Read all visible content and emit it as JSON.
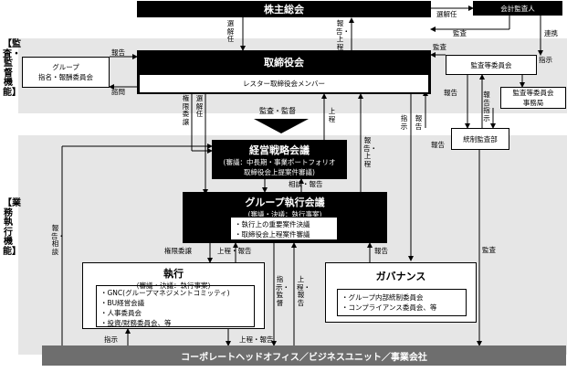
{
  "side_labels": {
    "supervision": "【監査・監督機能】",
    "execution": "【業務執行機能】"
  },
  "boxes": {
    "shareholders": "株主総会",
    "auditor": "会計監査人",
    "board": "取締役会",
    "board_sub": "レスター取締役会メンバー",
    "nomination_line1": "グループ",
    "nomination_line2": "指名・報酬委員会",
    "audit_committee": "監査等委員会",
    "audit_office_line1": "監査等委員会",
    "audit_office_line2": "事務局",
    "control_audit": "統制監査部",
    "strategy_title": "経営戦略会議",
    "strategy_line1": "(審議：中長期・事業ポートフォリオ",
    "strategy_line2": "取締役会上提案件審議)",
    "group_exec_title": "グループ執行会議",
    "group_exec_sub": "(審議・決議：執行事案)",
    "group_exec_items": [
      "・執行上の重要案件決議",
      "・取締役会上程案件審議"
    ],
    "exec_title": "執行",
    "exec_sub": "(審議・決議：執行事案)",
    "exec_items": [
      "・GNC(グループマネジメントコミッティ)",
      "・BU経営会議",
      "・人事委員会",
      "・投資/財務委員会、等"
    ],
    "gov_title": "ガバナンス",
    "gov_items": [
      "・グループ内部統制委員会",
      "・コンプライアンス委員会、等"
    ],
    "corporate": "コーポレートヘッドオフィス／ビジネスユニット／事業会社"
  },
  "labels": {
    "appoint_dismiss_top": "選解任",
    "report_top": "報告・上程",
    "appoint_dismiss_auditor": "選解任",
    "audit_auditor": "監査",
    "cooperation": "連携",
    "audit_board_committee": "監査",
    "report_nomination": "報告",
    "consult": "諮問",
    "instruct_office": "指示",
    "report_office": "報告",
    "report_instruct": "報告 指示",
    "report_control": "報告",
    "delegation": "権限委譲",
    "appoint_dismiss_mid": "選解任",
    "audit_supervise": "監査・監督",
    "submit": "上程",
    "instruct_control": "指示",
    "report_control2": "報告",
    "report_submit_right": "報告・上程",
    "consult_report": "相談・報告",
    "report_consult_left": "報告・相談",
    "delegation_low": "権限委譲",
    "submit_report_low": "上程・報告",
    "instruct_supervise": "指示・監督",
    "submit_report_mid": "上程・報告",
    "report_gov": "報告",
    "audit_right": "監査",
    "instruct_bottom": "指示",
    "submit_report_bottom": "上程・報告"
  }
}
